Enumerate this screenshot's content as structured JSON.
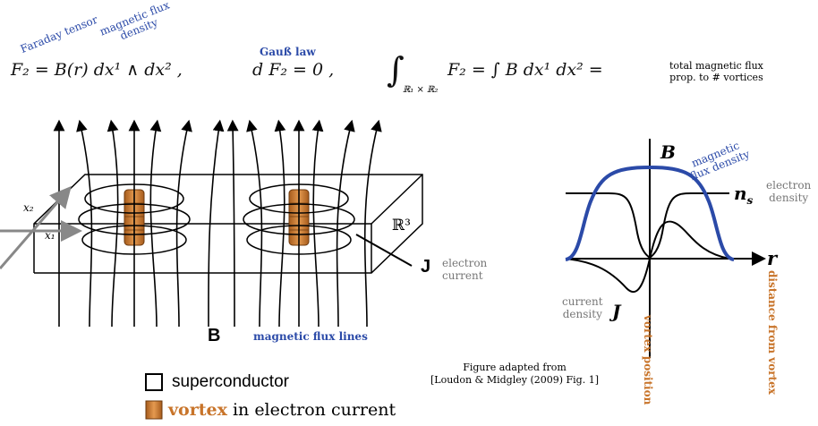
{
  "annotations": {
    "faraday_tensor": "Faraday tensor",
    "magnetic_flux_density_top": "magnetic flux density",
    "gauss_law": "Gauß law"
  },
  "equations": {
    "eq1": "F₂  =  B(r) dx¹ ∧ dx² ,",
    "eq2": "d F₂  =  0 ,",
    "eq3_integral": "∫",
    "eq3_domain": "ℝ₁ × ℝ₂",
    "eq3_body": "F₂   =   ∫ B dx¹ dx²   =",
    "eq3_result_line1": "total magnetic flux",
    "eq3_result_line2": "prop. to # vortices"
  },
  "left_diagram": {
    "space_label": "ℝ³",
    "axis_x1": "x₁",
    "axis_x2": "x₂",
    "current_symbol": "J",
    "current_label_line1": "electron",
    "current_label_line2": "current",
    "field_symbol": "B",
    "flux_lines_label": "magnetic flux lines"
  },
  "legend": {
    "superconductor": "superconductor",
    "vortex_word": "vortex",
    "vortex_rest": " in electron current"
  },
  "right_diagram": {
    "field_symbol": "B",
    "flux_density_label": "magnetic flux density",
    "ns_symbol": "n",
    "ns_sub": "s",
    "electron_density_line1": "electron",
    "electron_density_line2": "density",
    "r_symbol": "r",
    "distance_label": "distance from vortex",
    "vortex_position_label": "vortex position",
    "current_density_line1": "current",
    "current_density_line2": "density",
    "current_symbol": "J"
  },
  "citation": {
    "line1": "Figure adapted from",
    "line2": "[Loudon & Midgley (2009) Fig. 1]"
  },
  "colors": {
    "blue": "#2b4aa8",
    "orange": "#c8742a",
    "gray": "#777777"
  }
}
